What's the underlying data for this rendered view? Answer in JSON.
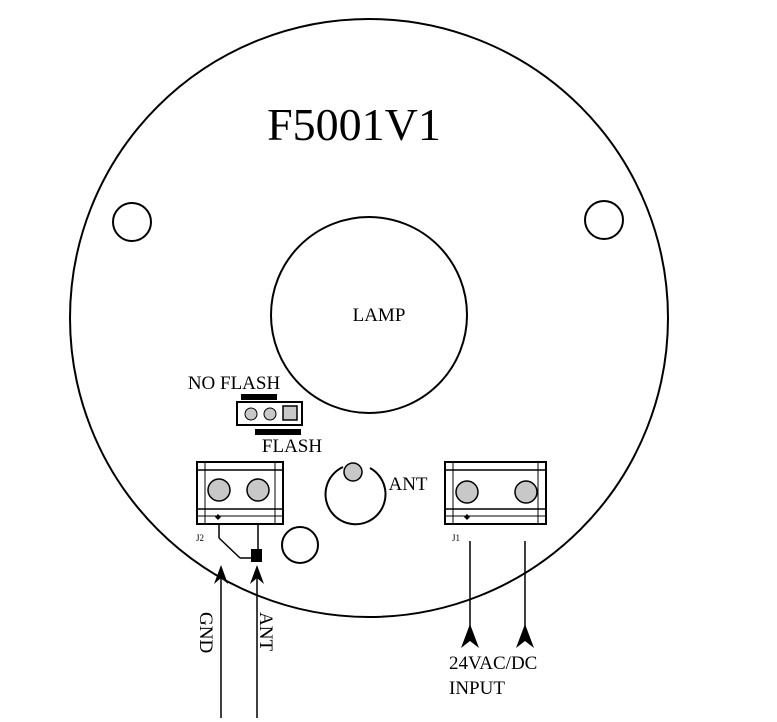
{
  "board": {
    "model": "F5001V1",
    "lamp_label": "LAMP",
    "jumper_top_label": "NO FLASH",
    "jumper_bottom_label": "FLASH",
    "antenna_label": "ANT"
  },
  "connectors": {
    "j2": {
      "designator": "J2",
      "wire_labels": [
        "GND",
        "ANT"
      ]
    },
    "j1": {
      "designator": "J1",
      "input_label_line1": "24VAC/DC",
      "input_label_line2": "INPUT"
    }
  }
}
